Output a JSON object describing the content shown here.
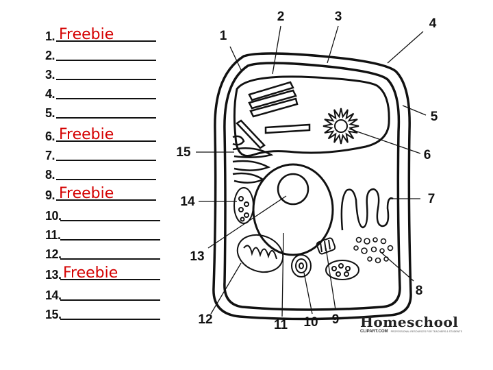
{
  "worksheet": {
    "items": [
      {
        "number": "1.",
        "answer": "Freebie"
      },
      {
        "number": "2.",
        "answer": ""
      },
      {
        "number": "3.",
        "answer": ""
      },
      {
        "number": "4.",
        "answer": ""
      },
      {
        "number": "5.",
        "answer": ""
      },
      {
        "number": "6.",
        "answer": "Freebie"
      },
      {
        "number": "7.",
        "answer": ""
      },
      {
        "number": "8.",
        "answer": ""
      },
      {
        "number": "9.",
        "answer": "Freebie"
      },
      {
        "number": "10.",
        "answer": ""
      },
      {
        "number": "11.",
        "answer": ""
      },
      {
        "number": "12.",
        "answer": ""
      },
      {
        "number": "13.",
        "answer": "Freebie"
      },
      {
        "number": "14.",
        "answer": ""
      },
      {
        "number": "15.",
        "answer": ""
      }
    ]
  },
  "diagram": {
    "callouts": [
      "1",
      "2",
      "3",
      "4",
      "5",
      "6",
      "7",
      "8",
      "9",
      "10",
      "11",
      "12",
      "13",
      "14",
      "15"
    ]
  },
  "logo": {
    "name": "Homeschool",
    "site": "CLIPART.COM",
    "tagline": "PROFESSIONAL RESOURCES FOR TEACHERS & STUDENTS"
  },
  "colors": {
    "answer": "#d40000",
    "ink": "#111111"
  }
}
